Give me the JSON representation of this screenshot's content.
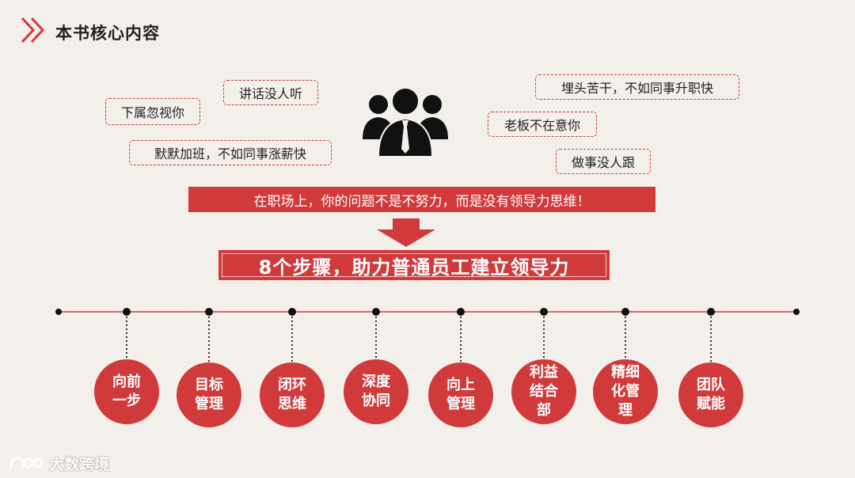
{
  "header": {
    "title": "本书核心内容",
    "icon": "double-chevron-right-icon",
    "accent_color": "#d13a3b"
  },
  "bubbles": [
    {
      "id": "b1",
      "text": "讲话没人听"
    },
    {
      "id": "b2",
      "text": "下属忽视你"
    },
    {
      "id": "b3",
      "text": "默默加班，不如同事涨薪快"
    },
    {
      "id": "b4",
      "text": "埋头苦干，不如同事升职快"
    },
    {
      "id": "b5",
      "text": "老板不在意你"
    },
    {
      "id": "b6",
      "text": "做事没人跟"
    }
  ],
  "center_icon": "team-people-icon",
  "problem_statement": "在职场上，你的问题不是不努力，而是没有领导力思维！",
  "arrow_icon": "down-arrow-icon",
  "steps_banner": "8个步骤，助力普通员工建立领导力",
  "steps": [
    {
      "label": "向前\n一步"
    },
    {
      "label": "目标\n管理"
    },
    {
      "label": "闭环\n思维"
    },
    {
      "label": "深度\n协同"
    },
    {
      "label": "向上\n管理"
    },
    {
      "label": "利益\n结合\n部"
    },
    {
      "label": "精细\n化管\n理"
    },
    {
      "label": "团队\n赋能"
    }
  ],
  "watermark": {
    "text": "大数跨境",
    "icon": "watermark-logo-icon"
  }
}
